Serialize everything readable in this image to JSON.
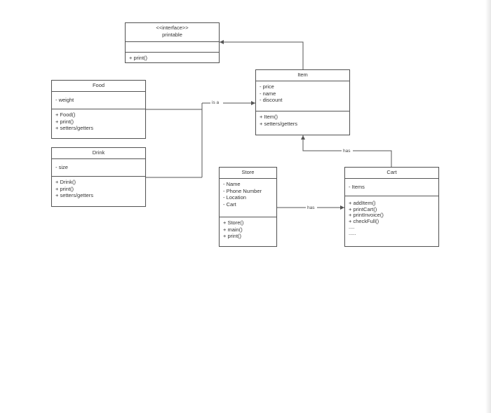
{
  "diagram": {
    "classes": {
      "printable": {
        "title": "<<interface>>",
        "subtitle": "printable",
        "attributes": [],
        "methods": [
          "+ print()"
        ]
      },
      "item": {
        "title": "Item",
        "attributes": [
          "- price",
          "- name",
          "- discount"
        ],
        "methods": [
          "+ Item()",
          "+ setters/getters"
        ]
      },
      "food": {
        "title": "Food",
        "attributes": [
          "- weight"
        ],
        "methods": [
          "+ Food()",
          "+ print()",
          "+ setters/getters"
        ]
      },
      "drink": {
        "title": "Drink",
        "attributes": [
          "- size"
        ],
        "methods": [
          "+ Drink()",
          "+ print()",
          "+ setters/getters"
        ]
      },
      "store": {
        "title": "Store",
        "attributes": [
          "- Name",
          "- Phone Number",
          "- Location",
          "- Cart"
        ],
        "methods": [
          "+ Store()",
          "+ main()",
          "+ print()"
        ]
      },
      "cart": {
        "title": "Cart",
        "attributes": [
          "- Items"
        ],
        "methods": [
          "+ addItem()",
          "+ printCart()",
          "+ printInvoice()",
          "+ checkFull()",
          "....",
          "....."
        ]
      }
    },
    "relations": {
      "is_a": "is a",
      "item_cart_has": "has",
      "store_cart_has": "has"
    },
    "colors": {
      "line": "#555555",
      "text": "#333333",
      "background": "#ffffff"
    }
  }
}
